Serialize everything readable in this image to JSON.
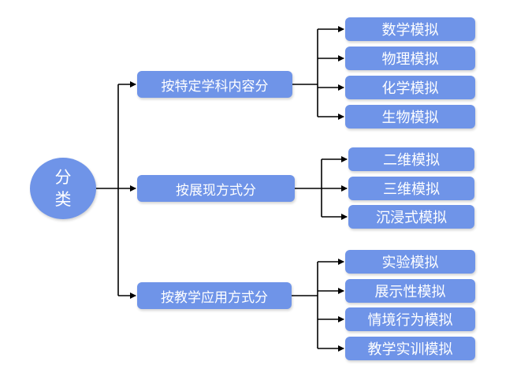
{
  "root": {
    "label": "分类"
  },
  "branches": [
    {
      "label": "按特定学科内容分",
      "children": [
        "数学模拟",
        "物理模拟",
        "化学模拟",
        "生物模拟"
      ]
    },
    {
      "label": "按展现方式分",
      "children": [
        "二维模拟",
        "三维模拟",
        "沉浸式模拟"
      ]
    },
    {
      "label": "按教学应用方式分",
      "children": [
        "实验模拟",
        "展示性模拟",
        "情境行为模拟",
        "教学实训模拟"
      ]
    }
  ],
  "colors": {
    "node_fill": "#6f94e8",
    "node_text": "#ffffff",
    "line": "#000000"
  }
}
